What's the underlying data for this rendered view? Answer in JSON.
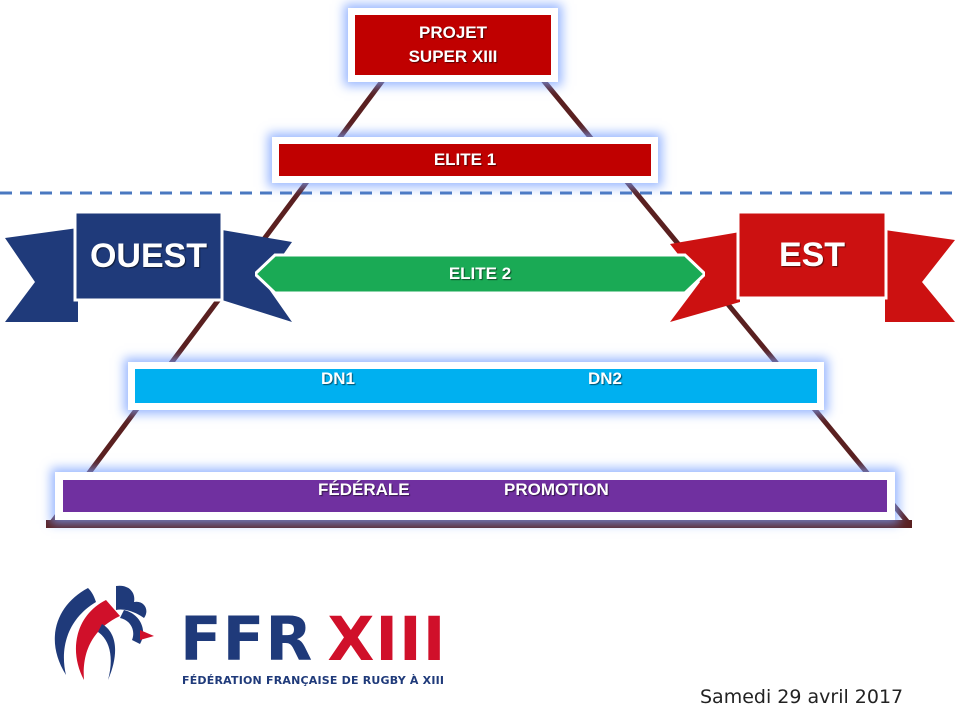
{
  "levels": {
    "top_line1": "PROJET",
    "top_line2": "SUPER XIII",
    "elite1": "ELITE 1",
    "elite2": "ELITE 2",
    "dn1": "DN1",
    "dn2": "DN2",
    "federale": "FÉDÉRALE",
    "promotion": "PROMOTION"
  },
  "banners": {
    "west": "OUEST",
    "east": "EST"
  },
  "logo": {
    "acronym_ffr": "FFR",
    "acronym_xiii": "XIII",
    "tagline": "FÉDÉRATION FRANÇAISE DE RUGBY À XIII"
  },
  "footer": {
    "date": "Samedi 29 avril 2017"
  },
  "colors": {
    "top": "#c00000",
    "elite1": "#c00000",
    "elite2": "#1aaa55",
    "dn": "#00b0f0",
    "federale": "#7030a0",
    "west_banner": "#1f3a7a",
    "east_banner": "#cc1111",
    "pyramid_edge": "#5a2020",
    "dashed_line": "#4a78c0"
  }
}
